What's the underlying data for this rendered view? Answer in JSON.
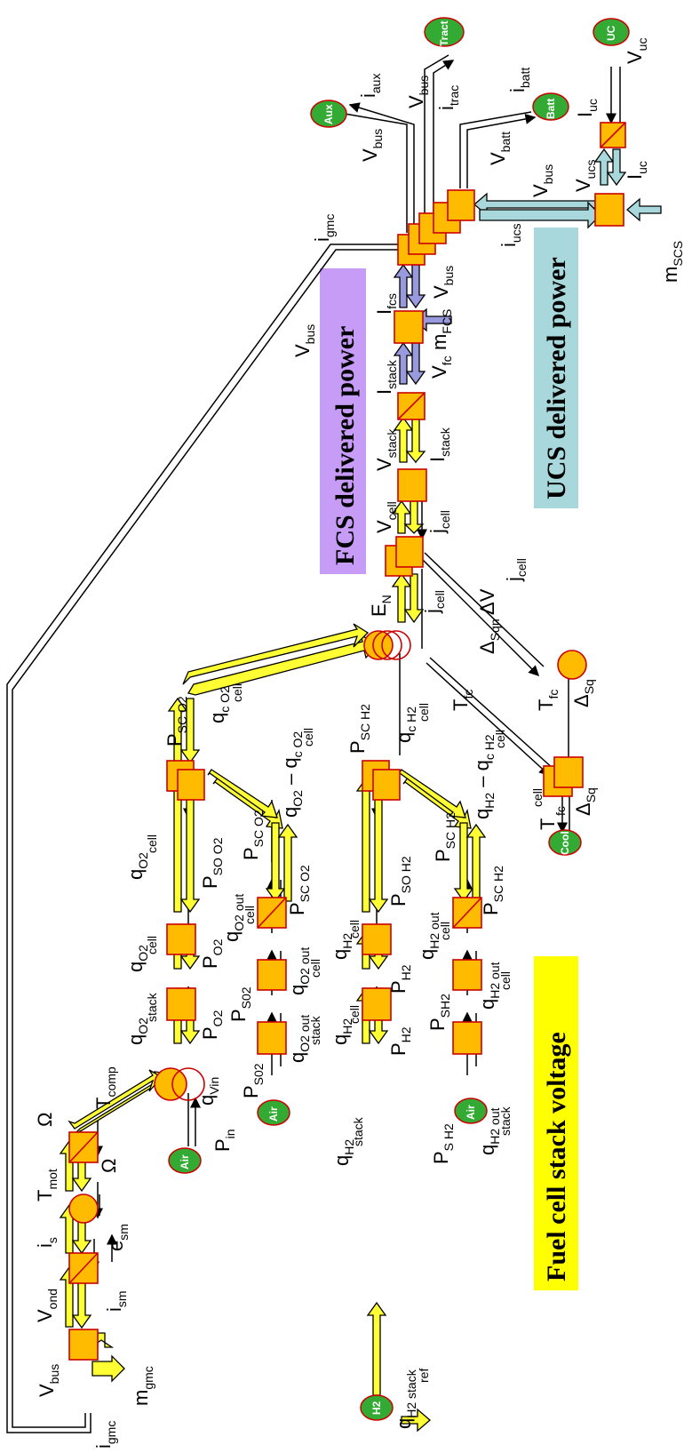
{
  "banners": {
    "fcs_power": "FCS delivered power",
    "ucs_power": "UCS delivered power",
    "stack_voltage": "Fuel cell stack voltage"
  },
  "sources": {
    "aux": "Aux",
    "tract": "Tract",
    "batt": "Batt",
    "uc": "UC",
    "air1": "Air",
    "air2": "Air",
    "air3": "Air",
    "h2": "H2",
    "cool": "Cool"
  },
  "labels": {
    "v_bus_1": "V",
    "v_bus_1s": "bus",
    "i_gmc_1": "i",
    "i_gmc_1s": "gmc",
    "v_ond": "V",
    "v_ond_s": "ond",
    "i_sm": "i",
    "i_sm_s": "sm",
    "m_gmc": "m",
    "m_gmc_s": "gmc",
    "i_s": "i",
    "i_s_s": "s",
    "e_sm": "e",
    "e_sm_s": "sm",
    "t_mot": "T",
    "t_mot_s": "mot",
    "omega1": "Ω",
    "omega2": "Ω",
    "t_comp": "T",
    "t_comp_s": "comp",
    "p_in": "P",
    "p_in_s": "in",
    "q_vin": "q",
    "q_vin_s": "Vin",
    "q_o2_stack": "q",
    "q_o2_stack_s": "O2",
    "q_o2_stack_s2": "stack",
    "p_o2_a": "P",
    "p_o2_a_s": "O2",
    "q_o2_cell_a": "q",
    "q_o2_cell_a_s": "O2",
    "q_o2_cell_a_s2": "cell",
    "p_o2_b": "P",
    "p_o2_b_s": "O2",
    "q_o2_cell_b": "q",
    "q_o2_cell_b_s": "O2",
    "q_o2_cell_b_s2": "cell",
    "p_so_o2": "P",
    "p_so_o2_s": "SO O2",
    "p_sc_o2_top": "P",
    "p_sc_o2_top_s": "SC O2",
    "q_c_o2": "q",
    "q_c_o2_s": "c O2",
    "q_c_o2_s2": "cell",
    "p_s02_a": "P",
    "p_s02_a_s": "S02",
    "q_o2out_stack": "q",
    "q_o2out_stack_s": "O2 out",
    "q_o2out_stack_s2": "stack",
    "p_s02_b": "P",
    "p_s02_b_s": "S02",
    "q_o2out_cell_a": "q",
    "q_o2out_cell_a_s": "O2 out",
    "q_o2out_cell_a_s2": "cell",
    "q_o2out_cell_b": "q",
    "q_o2out_cell_b_s": "O2 out",
    "q_o2out_cell_b_s2": "cell",
    "p_sc_o2_mid": "P",
    "p_sc_o2_mid_s": "SC O2",
    "p_sc_o2_low": "P",
    "p_sc_o2_low_s": "SC O2",
    "q_o2_minus": "q",
    "q_o2_minus_s": "O2",
    "q_o2_minus_mid": " – q",
    "q_o2_minus_s2": "c O2",
    "q_o2_minus_s3": "cell",
    "e_n": "E",
    "e_n_s": "N",
    "q_h2_stack": "q",
    "q_h2_stack_s": "H2",
    "q_h2_stack_s2": "stack",
    "p_h2_a": "P",
    "p_h2_a_s": "H2",
    "q_h2_cell_a": "q",
    "q_h2_cell_a_s": "H2",
    "q_h2_cell_a_s2": "cell",
    "p_h2_b": "P",
    "p_h2_b_s": "H2",
    "q_h2_cell_b": "q",
    "q_h2_cell_b_s": "H2",
    "q_h2_cell_b_s2": "cell",
    "p_so_h2": "P",
    "p_so_h2_s": "SO H2",
    "p_sc_h2_top": "P",
    "p_sc_h2_top_s": "SC H2",
    "q_c_h2": "q",
    "q_c_h2_s": "c H2",
    "q_c_h2_s2": "cell",
    "p_s_h2": "P",
    "p_s_h2_s": "S H2",
    "q_h2out_stack": "q",
    "q_h2out_stack_s": "H2 out",
    "q_h2out_stack_s2": "stack",
    "p_sh2": "P",
    "p_sh2_s": "SH2",
    "q_h2out_cell_a": "q",
    "q_h2out_cell_a_s": "H2 out",
    "q_h2out_cell_a_s2": "cell",
    "q_h2out_cell_b": "q",
    "q_h2out_cell_b_s": "H2 out",
    "q_h2out_cell_b_s2": "cell",
    "p_sc_h2_mid": "P",
    "p_sc_h2_mid_s": "SC H2",
    "p_sc_h2_low": "P",
    "p_sc_h2_low_s": "SC H2",
    "q_h2_minus": "q",
    "q_h2_minus_s": "H2",
    "q_h2_minus_mid": " – q",
    "q_h2_minus_s2": "c H2",
    "q_h2_minus_s3": "cell",
    "q_h2_ref": "q",
    "q_h2_ref_s": "H2 stack",
    "q_h2_ref_s2": "ref",
    "t_fc_a": "T",
    "t_fc_a_s": "fc",
    "t_fc_b": "T",
    "t_fc_b_s": "fc",
    "t_fc_cell": "T",
    "t_fc_cell_s": "cell",
    "t_fc_cell_s2": "fc",
    "delta_sqn": "Δ",
    "delta_sqn_s": "Sqn",
    "delta_v": "ΔV",
    "delta_sq_a": "Δ",
    "delta_sq_a_s": "Sq",
    "delta_sq_b": "Δ",
    "delta_sq_b_s": "Sq",
    "j_cell_a": "j",
    "j_cell_a_s": "cell",
    "j_cell_b": "j",
    "j_cell_b_s": "cell",
    "j_cell_c": "j",
    "j_cell_c_s": "cell",
    "v_cell": "V",
    "v_cell_s": "cell",
    "v_stack": "V",
    "v_stack_s": "stack",
    "i_stack_a": "I",
    "i_stack_a_s": "stack",
    "i_stack_b": "I",
    "i_stack_b_s": "stack",
    "v_fc": "V",
    "v_fc_s": "fc",
    "m_fcs": "m",
    "m_fcs_s": "FCS",
    "i_fcs": "I",
    "i_fcs_s": "fcs",
    "v_bus_2": "V",
    "v_bus_2s": "bus",
    "v_bus_3": "V",
    "v_bus_3s": "bus",
    "i_gmc_2": "i",
    "i_gmc_2s": "gmc",
    "v_bus_4": "V",
    "v_bus_4s": "bus",
    "i_aux": "i",
    "i_aux_s": "aux",
    "v_bus_5": "V",
    "v_bus_5s": "bus",
    "i_trac": "i",
    "i_trac_s": "trac",
    "i_batt": "i",
    "i_batt_s": "batt",
    "v_batt": "V",
    "v_batt_s": "batt",
    "v_bus_6": "V",
    "v_bus_6s": "bus",
    "i_ucs": "i",
    "i_ucs_s": "ucs",
    "v_ucs": "V",
    "v_ucs_s": "ucs",
    "i_uc_a": "I",
    "i_uc_a_s": "uc",
    "i_uc_b": "I",
    "i_uc_b_s": "uc",
    "v_uc": "V",
    "v_uc_s": "uc",
    "m_scs": "m",
    "m_scs_s": "SCS"
  }
}
